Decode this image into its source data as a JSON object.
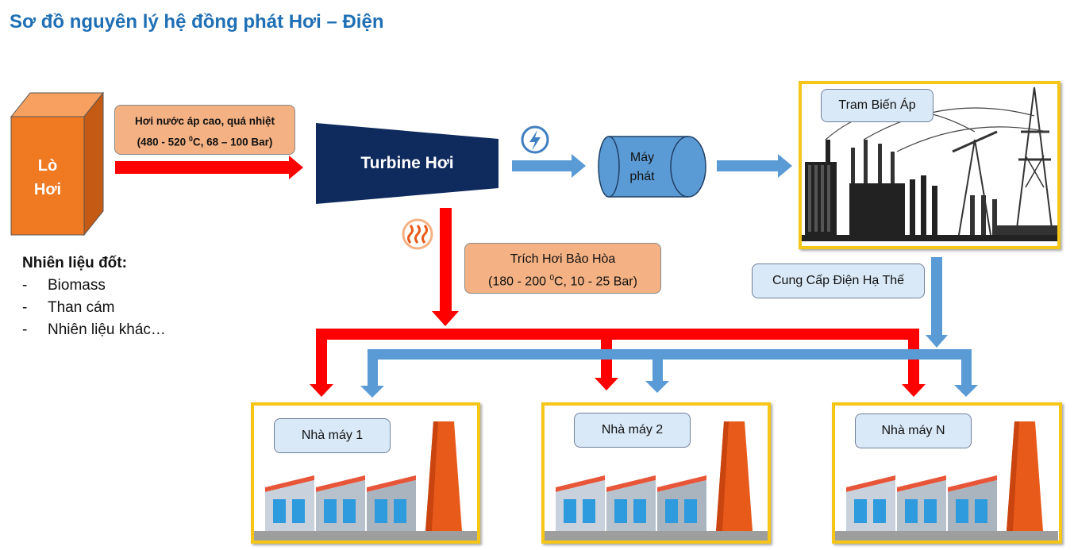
{
  "title": "Sơ đồ nguyên lý hệ đồng phát Hơi – Điện",
  "boiler": {
    "line1": "Lò",
    "line2": "Hơi"
  },
  "steam_in": {
    "line1": "Hơi nước áp cao, quá nhiệt",
    "line2_pre": "(480 - 520 ",
    "line2_sup": "0",
    "line2_post": "C, 68 – 100 Bar)"
  },
  "turbine": "Turbine Hơi",
  "generator": {
    "line1": "Máy",
    "line2": "phát"
  },
  "substation": "Tram Biến Áp",
  "extraction": {
    "line1": "Trích Hơi Bảo Hòa",
    "line2_pre": "(180 - 200 ",
    "line2_sup": "0",
    "line2_post": "C, 10 - 25 Bar)"
  },
  "supply": "Cung Cấp Điện Hạ Thế",
  "fuel": {
    "heading": "Nhiên liệu đốt:",
    "dash": "-",
    "items": [
      "Biomass",
      "Than cám",
      "Nhiên liệu khác…"
    ]
  },
  "factories": [
    "Nhà máy 1",
    "Nhà máy 2",
    "Nhà máy N"
  ],
  "colors": {
    "steam": "#ff0000",
    "power": "#5b9bd5",
    "turbine": "#0f2b5e",
    "boiler": "#f07a22",
    "frame": "#f5c518",
    "title": "#1f6fb5"
  }
}
